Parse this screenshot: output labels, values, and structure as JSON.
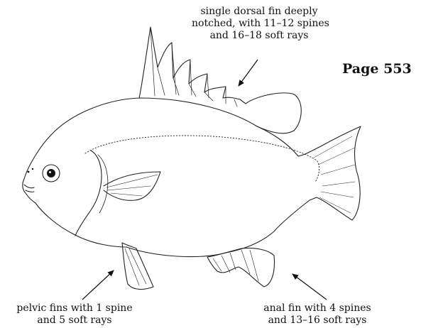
{
  "page_label": "Page 553",
  "labels": {
    "dorsal": [
      "single dorsal fin deeply",
      "notched, with 11–12 spines",
      "and 16–18 soft rays"
    ],
    "pelvic": [
      "pelvic fins with 1 spine",
      "and 5 soft rays"
    ],
    "anal": [
      "anal fin with 4 spines",
      "and 13–16 soft rays"
    ]
  }
}
